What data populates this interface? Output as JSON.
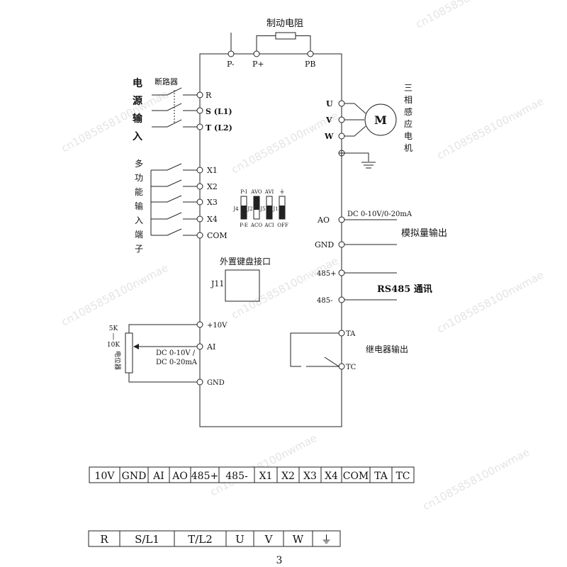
{
  "watermark": "cn1085858100nwmae",
  "top": {
    "brake_resistor": "制动电阻",
    "terminals": [
      "P-",
      "P+",
      "PB"
    ]
  },
  "power_input": {
    "label_chars": [
      "电",
      "源",
      "输",
      "入"
    ],
    "breaker": "断路器",
    "terminals": [
      "R",
      "S (L1)",
      "T (L2)"
    ]
  },
  "multi_input": {
    "label_chars": [
      "多",
      "功",
      "能",
      "输",
      "入",
      "端",
      "子"
    ],
    "terminals": [
      "X1",
      "X2",
      "X3",
      "X4",
      "COM"
    ]
  },
  "motor": {
    "terminals": [
      "U",
      "V",
      "W"
    ],
    "symbol": "M",
    "label_chars": [
      "三",
      "相",
      "感",
      "应",
      "电",
      "机"
    ]
  },
  "jumpers": {
    "top_labels": [
      "P-I",
      "AVO",
      "AVI",
      "⏚"
    ],
    "ids": [
      "J4",
      "J2",
      "J5",
      "J1"
    ],
    "bottom_labels": [
      "P-E",
      "ACO",
      "ACI",
      "OFF"
    ]
  },
  "analog_out": {
    "terminals": [
      "AO",
      "GND"
    ],
    "range": "DC 0-10V/0-20mA",
    "label": "模拟量输出"
  },
  "rs485": {
    "terminals": [
      "485+",
      "485-"
    ],
    "label": "RS485 通讯"
  },
  "keypad": {
    "label": "外置键盘接口",
    "id": "J11"
  },
  "analog_in": {
    "terminals": [
      "+10V",
      "AI",
      "GND"
    ],
    "pot_top": "5K",
    "pot_sep": "|",
    "pot_bottom": "10K",
    "pot_label": "电位器",
    "range_line1": "DC 0-10V /",
    "range_line2": "DC 0-20mA"
  },
  "relay": {
    "terminals": [
      "TA",
      "TC"
    ],
    "label": "继电器输出"
  },
  "terminal_strip_1": [
    "10V",
    "GND",
    "AI",
    "AO",
    "485+",
    "485-",
    "X1",
    "X2",
    "X3",
    "X4",
    "COM",
    "TA",
    "TC"
  ],
  "terminal_strip_2": [
    "R",
    "S/L1",
    "T/L2",
    "U",
    "V",
    "W",
    "⏚"
  ],
  "page_number": "3"
}
